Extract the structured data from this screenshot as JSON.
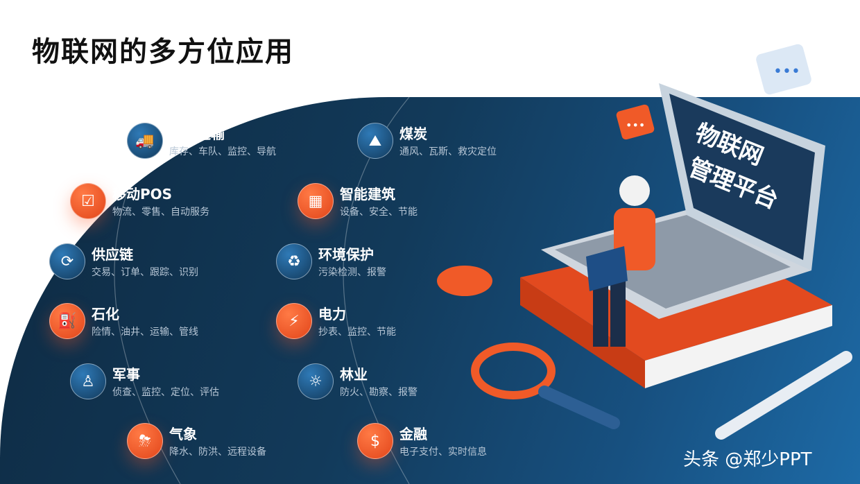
{
  "title": "物联网的多方位应用",
  "items": [
    {
      "title": "智能运输",
      "desc": "库存、车队、监控、导航",
      "color": "blue",
      "icon": "truck-clock-icon",
      "glyph": "🚚"
    },
    {
      "title": "移动POS",
      "desc": "物流、零售、自动服务",
      "color": "orange",
      "icon": "pos-terminal-icon",
      "glyph": "☑"
    },
    {
      "title": "供应链",
      "desc": "交易、订单、跟踪、识别",
      "color": "blue",
      "icon": "supply-cycle-24-icon",
      "glyph": "⟳"
    },
    {
      "title": "石化",
      "desc": "险情、油井、运输、管线",
      "color": "orange",
      "icon": "fuel-pump-icon",
      "glyph": "⛽"
    },
    {
      "title": "军事",
      "desc": "侦查、监控、定位、评估",
      "color": "blue",
      "icon": "soldier-icon",
      "glyph": "♙"
    },
    {
      "title": "气象",
      "desc": "降水、防洪、远程设备",
      "color": "orange",
      "icon": "storm-cloud-icon",
      "glyph": "⛈"
    },
    {
      "title": "煤炭",
      "desc": "通风、瓦斯、救灾定位",
      "color": "blue",
      "icon": "mountain-mine-icon",
      "glyph": "⛰"
    },
    {
      "title": "智能建筑",
      "desc": "设备、安全、节能",
      "color": "orange",
      "icon": "building-icon",
      "glyph": "▦"
    },
    {
      "title": "环境保护",
      "desc": "污染检测、报警",
      "color": "blue",
      "icon": "recycle-icon",
      "glyph": "♻"
    },
    {
      "title": "电力",
      "desc": "抄表、监控、节能",
      "color": "orange",
      "icon": "power-connector-icon",
      "glyph": "⚡"
    },
    {
      "title": "林业",
      "desc": "防火、勘察、报警",
      "color": "blue",
      "icon": "forest-sun-icon",
      "glyph": "☼"
    },
    {
      "title": "金融",
      "desc": "电子支付、实时信息",
      "color": "orange",
      "icon": "currency-exchange-icon",
      "glyph": "$"
    }
  ],
  "screen_text": [
    "物联网",
    "管理平台"
  ],
  "watermark": "头条 @郑少PPT",
  "colors": {
    "orange": "#f05a28",
    "navy": "#0e2a42",
    "blue": "#1d6aa6"
  }
}
